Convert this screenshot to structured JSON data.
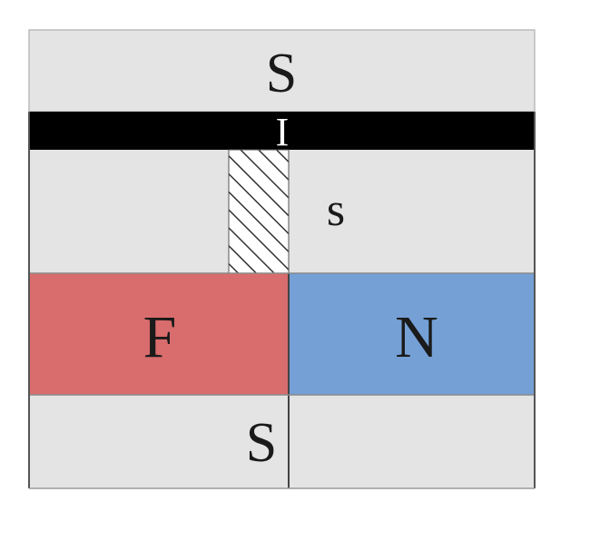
{
  "diagram": {
    "labels": {
      "top_superconductor": "S",
      "insulator": "I",
      "small_s": "s",
      "ferromagnet": "F",
      "normal_metal": "N",
      "bottom_superconductor": "S"
    },
    "colors": {
      "background_layer": "#e4e4e4",
      "insulator": "#000000",
      "insulator_text": "#ffffff",
      "ferromagnet": "#d96c6c",
      "normal_metal": "#74a0d6",
      "border": "#555555",
      "hatch": "#333333"
    }
  }
}
